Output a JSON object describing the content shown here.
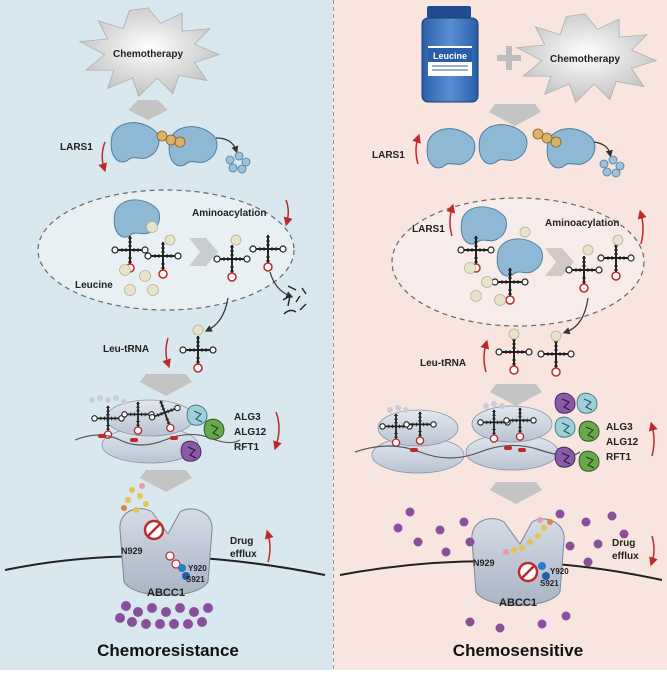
{
  "left": {
    "chemo_label": "Chemotherapy",
    "lars1_label": "LARS1",
    "aminoacylation_label": "Aminoacylation",
    "leucine_label": "Leucine",
    "leu_trna_label": "Leu-tRNA",
    "alg_labels": [
      "ALG3",
      "ALG12",
      "RFT1"
    ],
    "drug_efflux": [
      "Drug",
      "efflux"
    ],
    "n929": "N929",
    "y920": "Y920",
    "s921": "S921",
    "abcc1": "ABCC1",
    "title": "Chemoresistance"
  },
  "right": {
    "bottle_label": "Leucine",
    "chemo_label": "Chemotherapy",
    "lars1_label": "LARS1",
    "lars1_inner_label": "LARS1",
    "aminoacylation_label": "Aminoacylation",
    "leu_trna_label": "Leu-tRNA",
    "alg_labels": [
      "ALG3",
      "ALG12",
      "RFT1"
    ],
    "drug_efflux": [
      "Drug",
      "efflux"
    ],
    "n929": "N929",
    "y920": "Y920",
    "s921": "S921",
    "abcc1": "ABCC1",
    "title": "Chemosensitive"
  },
  "colors": {
    "left_bg": "#d9e8ee",
    "right_bg": "#f8e5df",
    "protein_blue": "#8fb8d4",
    "arrow_red": "#c0282a",
    "drug_purple": "#8a4f9b",
    "glycan_green": "#6aa84f",
    "glycan_purple": "#7a4f9b",
    "cloud_grey": "#c9c9c9"
  }
}
